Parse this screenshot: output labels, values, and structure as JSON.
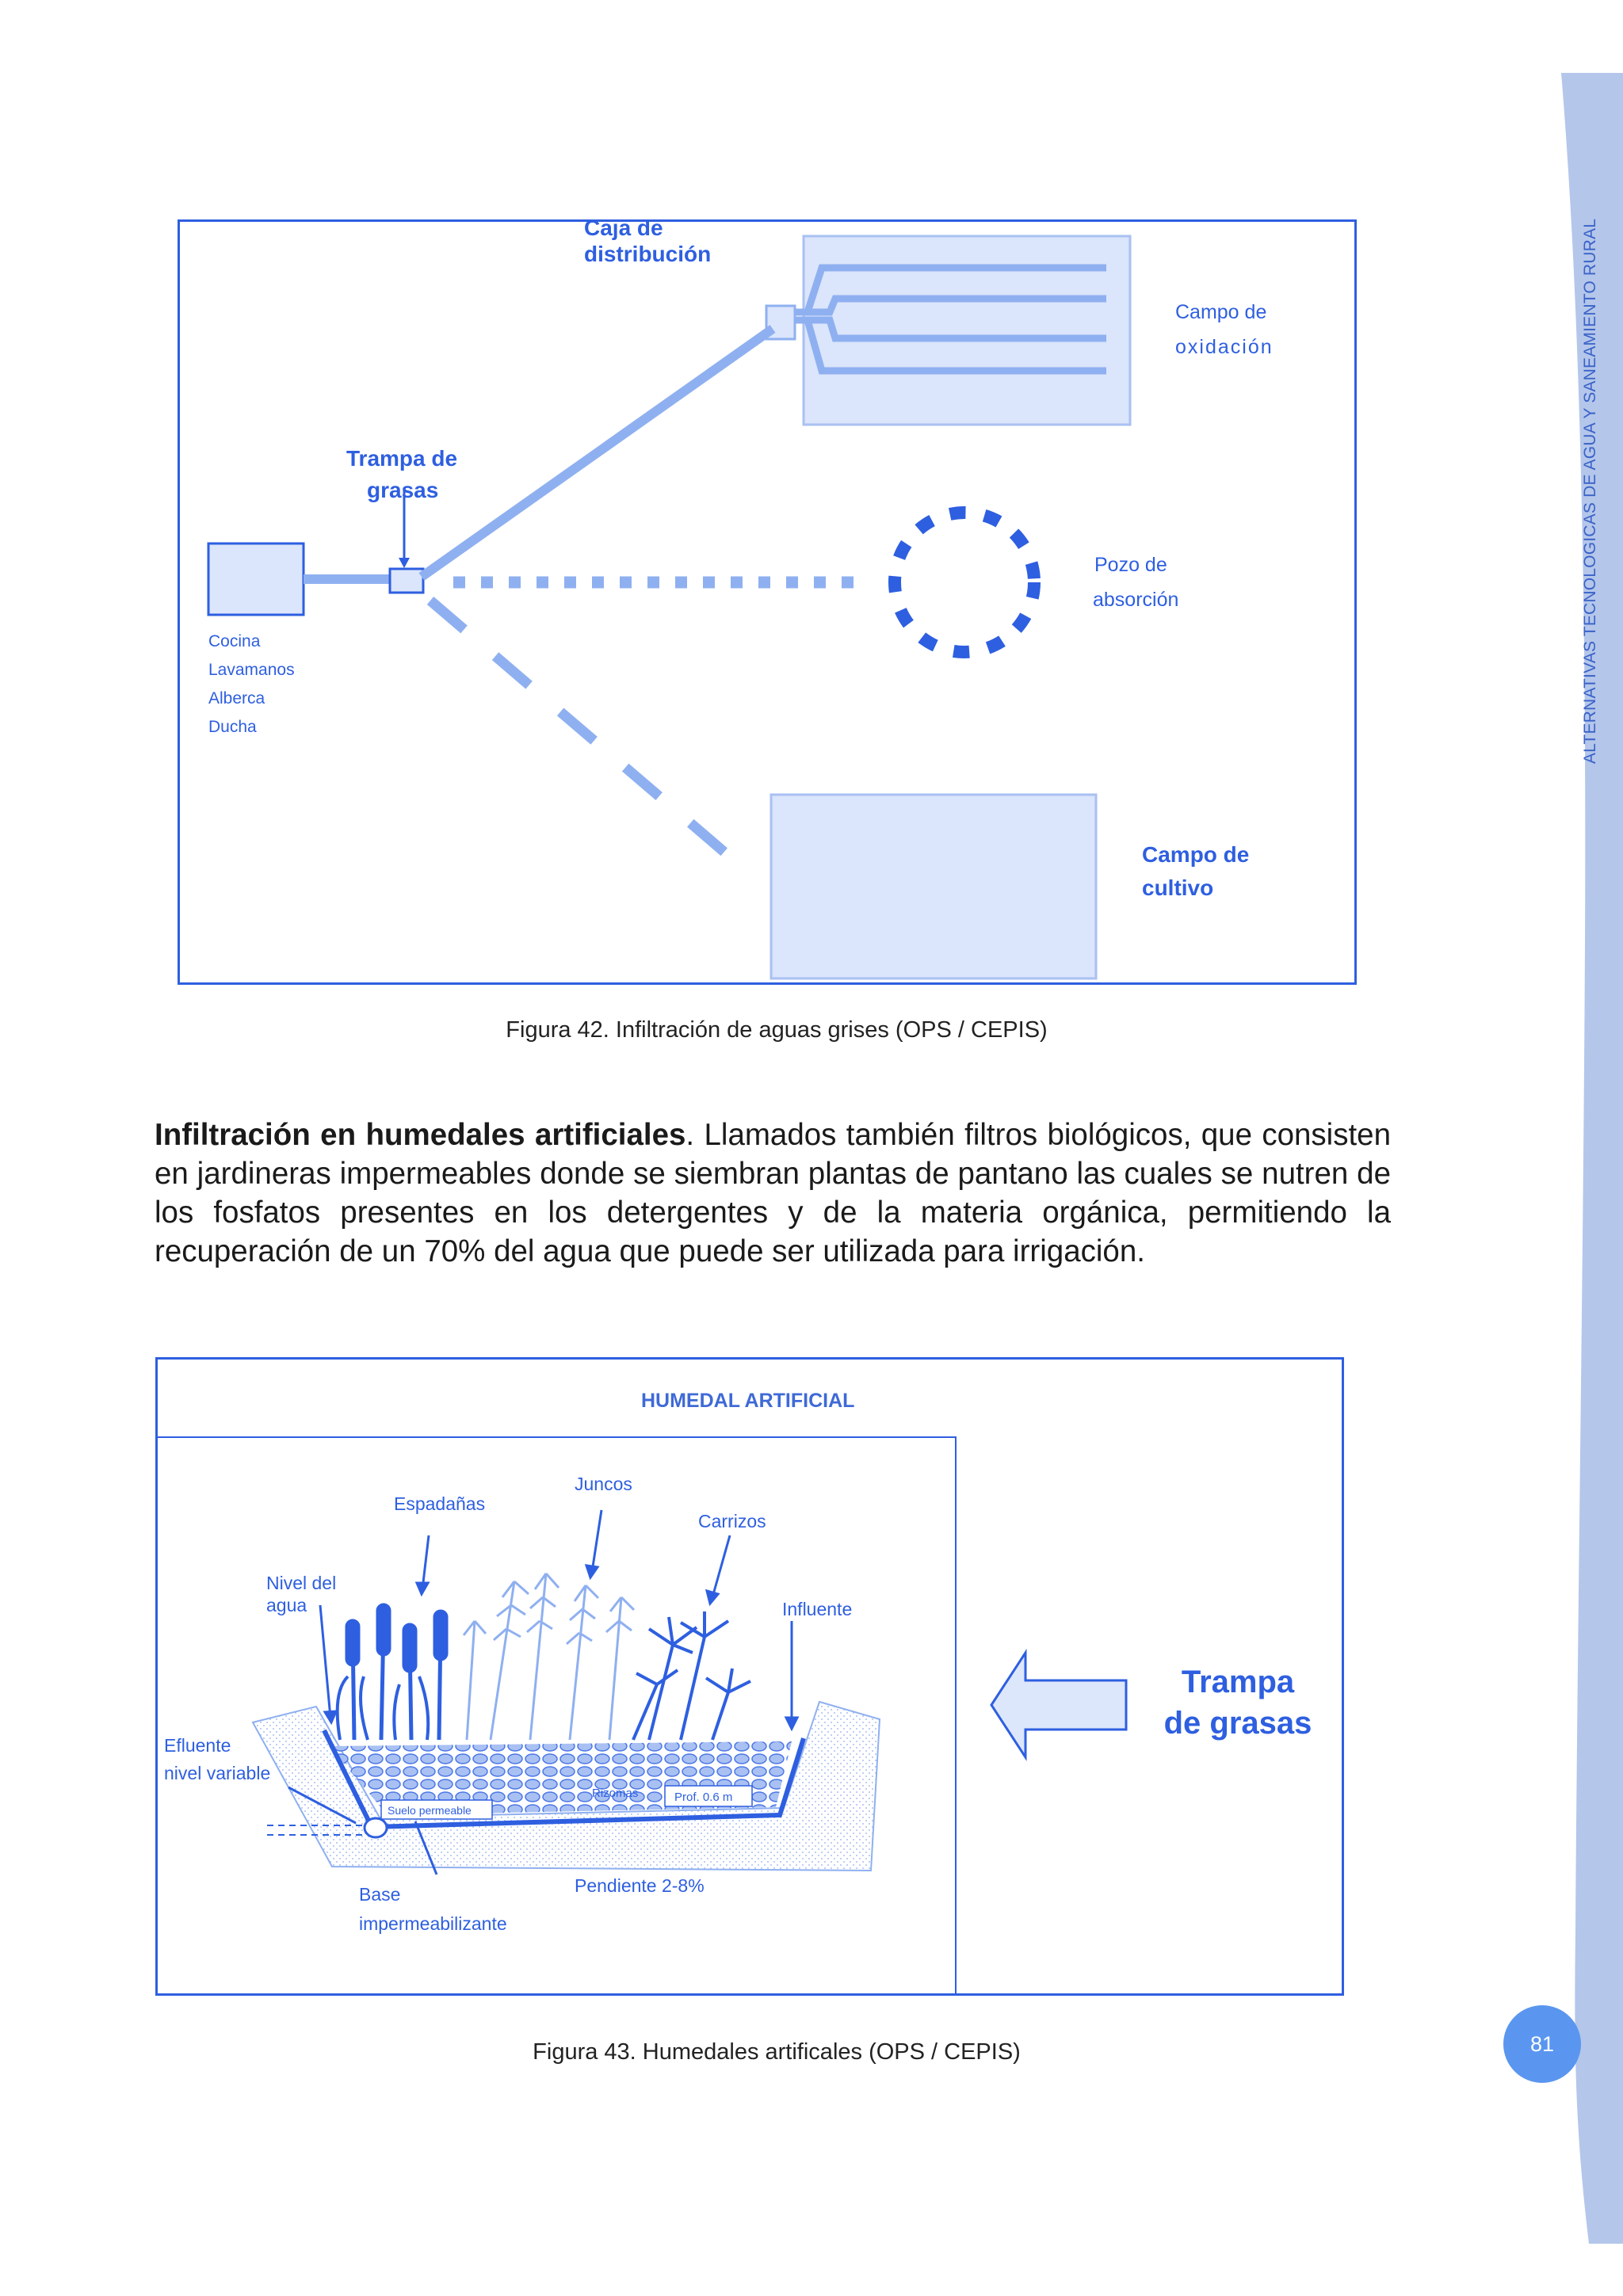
{
  "sidebar": {
    "title": "ALTERNATIVAS TECNOLOGICAS DE AGUA Y SANEAMIENTO RURAL",
    "page_number": "81"
  },
  "figure42": {
    "labels": {
      "caja_line1": "Caja de",
      "caja_line2": "distribución",
      "trampa_line1": "Trampa de",
      "trampa_line2": "grasas",
      "oxidacion_line1": "Campo de",
      "oxidacion_line2": "oxidación",
      "pozo_line1": "Pozo de",
      "pozo_line2": "absorción",
      "cultivo_line1": "Campo de",
      "cultivo_line2": "cultivo",
      "sources": [
        "Cocina",
        "Lavamanos",
        "Alberca",
        "Ducha"
      ]
    },
    "caption": "Figura 42. Infiltración de aguas grises (OPS / CEPIS)"
  },
  "paragraph": {
    "bold": "Infiltración en humedales artificiales",
    "text": ". Llamados también filtros biológicos, que consisten en jardineras impermeables donde se siembran plantas de pantano las cuales se nutren de los fosfatos presentes en los detergentes y de la materia orgánica, permitiendo la recuperación de un 70% del agua que puede ser utilizada para irrigación."
  },
  "figure43": {
    "labels": {
      "title": "HUMEDAL ARTIFICIAL",
      "espadanas": "Espadañas",
      "juncos": "Juncos",
      "carrizos": "Carrizos",
      "nivel_line1": "Nivel del",
      "nivel_line2": "agua",
      "influente": "Influente",
      "efluente_line1": "Efluente",
      "efluente_line2": "nivel variable",
      "suelo": "Suelo permeable",
      "rizomas": "Rizomas",
      "prof": "Prof. 0.6 m",
      "base_line1": "Base",
      "base_line2": "impermeabilizante",
      "pendiente": "Pendiente 2-8%",
      "trampa_line1": "Trampa",
      "trampa_line2": "de grasas"
    },
    "caption": "Figura 43. Humedales artificales (OPS / CEPIS)"
  },
  "colors": {
    "primary_blue": "#2e5fe0",
    "light_blue_fill": "#dde7fb",
    "line_blue": "#8fb0f0",
    "sidebar_band": "#b4c6ea",
    "page_circle": "#5a96ef"
  }
}
